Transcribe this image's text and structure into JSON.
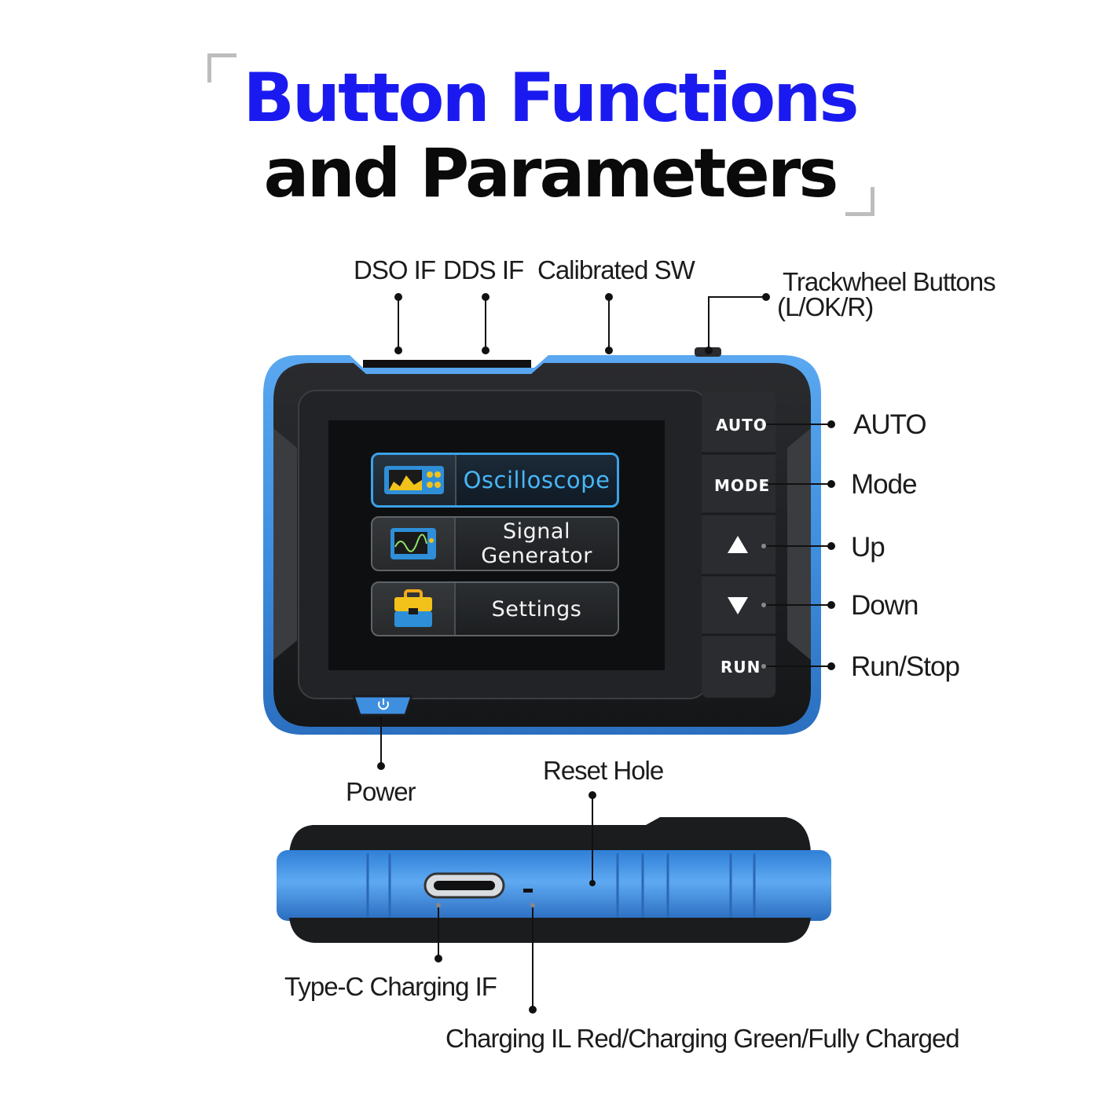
{
  "title": {
    "line1": "Button Functions",
    "line2": "and Parameters"
  },
  "top_labels": {
    "dso_if": "DSO IF",
    "dds_if": "DDS IF",
    "calibrated_sw": "Calibrated SW",
    "trackwheel_line1": "Trackwheel Buttons",
    "trackwheel_line2": "(L/OK/R)"
  },
  "side_labels": {
    "auto": "AUTO",
    "mode": "Mode",
    "up": "Up",
    "down": "Down",
    "run_stop": "Run/Stop"
  },
  "device_buttons": {
    "auto": "AUTO",
    "mode": "MODE",
    "run": "RUN"
  },
  "screen_menu": [
    {
      "label": "Oscilloscope",
      "icon": "oscilloscope-icon",
      "selected": true
    },
    {
      "label": "Signal Generator",
      "icon": "signal-generator-icon",
      "selected": false
    },
    {
      "label": "Settings",
      "icon": "toolbox-icon",
      "selected": false
    }
  ],
  "bottom_labels": {
    "power": "Power",
    "reset_hole": "Reset Hole",
    "type_c": "Type-C Charging IF",
    "charging_il": "Charging IL Red/Charging Green/Fully Charged"
  },
  "colors": {
    "title_blue": "#1a1af0",
    "device_blue": "#3f8fe0",
    "device_black": "#1e1f21",
    "screen_highlight": "#3aa2e8"
  }
}
